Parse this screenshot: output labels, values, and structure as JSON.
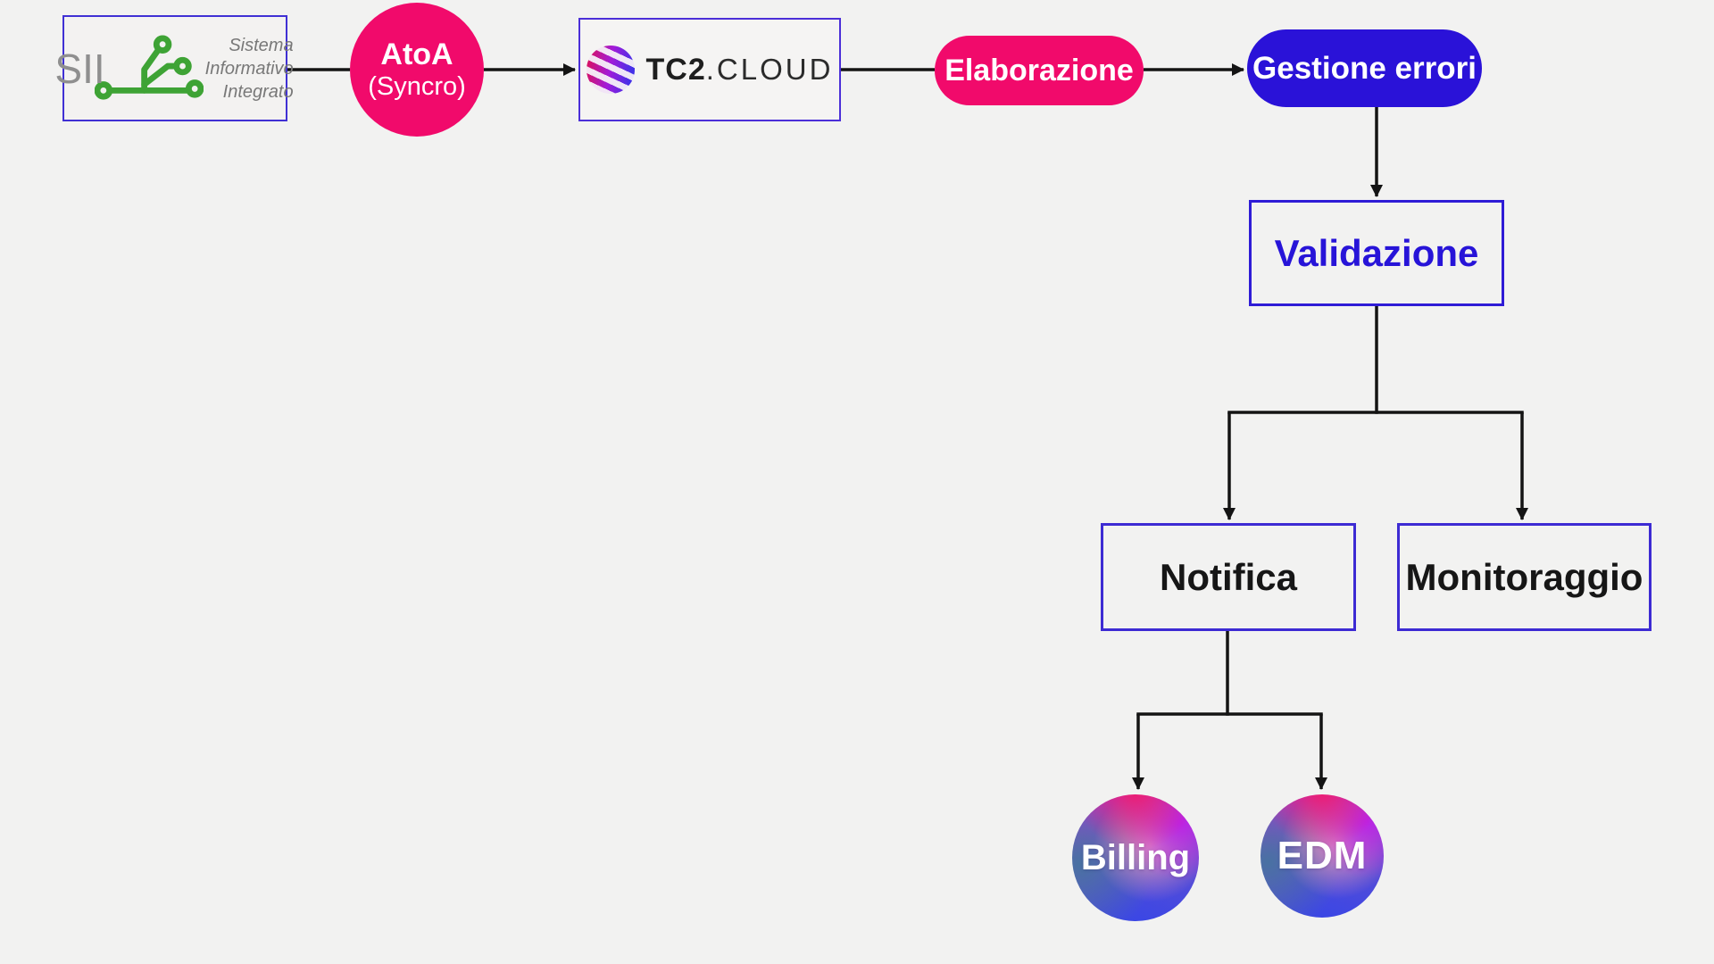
{
  "colors": {
    "background": "#f2f2f1",
    "pink": "#f10a6b",
    "blue_pill": "#2a12d8",
    "box_border": "#3d2bd3",
    "validazione_text": "#2714d8",
    "line": "#141414",
    "sii_green": "#3ea335",
    "sii_gray": "#8f8f8f"
  },
  "nodes": {
    "sii": {
      "abbr": "SII",
      "lines": [
        "Sistema",
        "Informativo",
        "Integrato"
      ]
    },
    "atoa": {
      "title": "AtoA",
      "subtitle": "(Syncro)"
    },
    "tc2": {
      "brand_bold": "TC2",
      "brand_rest": ".CLOUD"
    },
    "elaborazione": {
      "label": "Elaborazione"
    },
    "gestione_errori": {
      "label": "Gestione errori"
    },
    "validazione": {
      "label": "Validazione"
    },
    "notifica": {
      "label": "Notifica"
    },
    "monitoraggio": {
      "label": "Monitoraggio"
    },
    "billing": {
      "label": "Billing"
    },
    "edm": {
      "label": "EDM"
    }
  },
  "edges": [
    {
      "from": "sii",
      "to": "atoa",
      "arrow": false
    },
    {
      "from": "atoa",
      "to": "tc2",
      "arrow": true
    },
    {
      "from": "tc2",
      "to": "elaborazione",
      "arrow": false
    },
    {
      "from": "elaborazione",
      "to": "gestione_errori",
      "arrow": true
    },
    {
      "from": "gestione_errori",
      "to": "validazione",
      "arrow": true
    },
    {
      "from": "validazione",
      "to": "notifica",
      "arrow": true
    },
    {
      "from": "validazione",
      "to": "monitoraggio",
      "arrow": true
    },
    {
      "from": "notifica",
      "to": "billing",
      "arrow": true
    },
    {
      "from": "notifica",
      "to": "edm",
      "arrow": true
    }
  ]
}
